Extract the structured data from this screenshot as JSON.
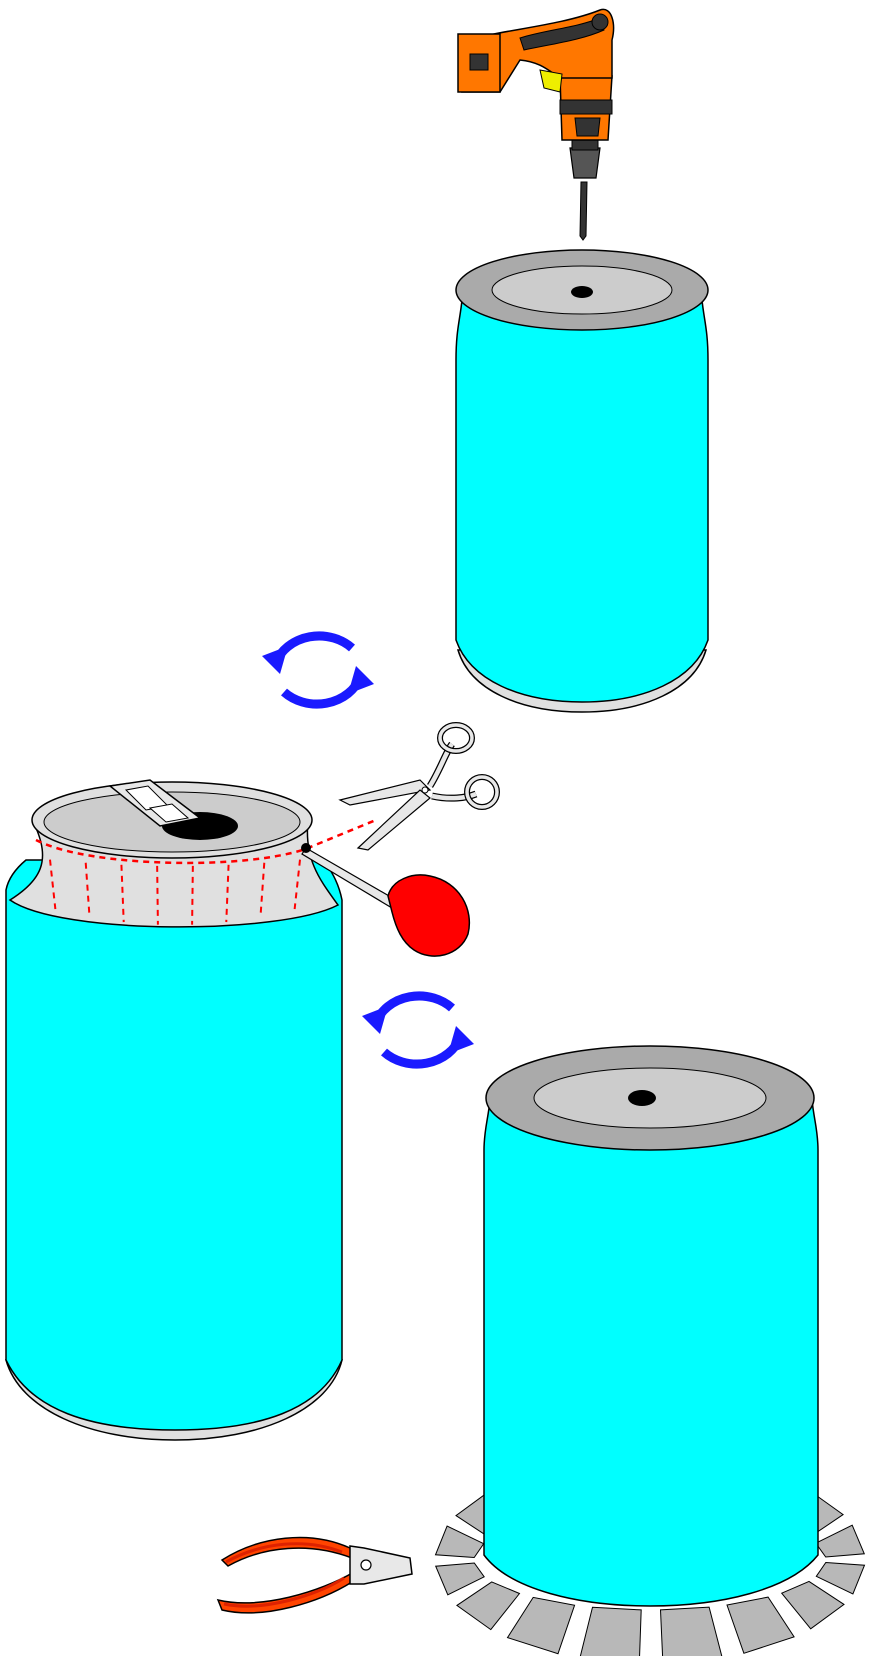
{
  "colors": {
    "can_body": "#00ffff",
    "can_top_rim": "#aaaaaa",
    "can_lid": "#cccccc",
    "can_bottom": "#e0e0e0",
    "outline": "#000000",
    "rotate_arrow": "#1a1aff",
    "cut_line": "#ff0000",
    "drill_orange": "#ff7700",
    "drill_yellow": "#eeee00",
    "drill_dark": "#333333",
    "drill_chuck": "#555555",
    "awl_handle": "#ff0000",
    "plier_handle": "#ff4400",
    "plier_grip": "#dd2200",
    "tool_steel": "#e8e8e8",
    "flap_gray": "#b8b8b8"
  },
  "diagram": {
    "steps": [
      {
        "name": "drill-hole-in-top",
        "tool": "drill-icon"
      },
      {
        "name": "rotate-can",
        "tool": "rotate-arrows-icon"
      },
      {
        "name": "cut-around-top-and-slit-shoulder",
        "tool": "scissors-icon"
      },
      {
        "name": "pierce-with-awl",
        "tool": "awl-icon"
      },
      {
        "name": "rotate-can",
        "tool": "rotate-arrows-icon"
      },
      {
        "name": "bend-flaps-with-pliers",
        "tool": "pliers-icon"
      }
    ],
    "flap_count": 16,
    "slit_count": 8
  }
}
